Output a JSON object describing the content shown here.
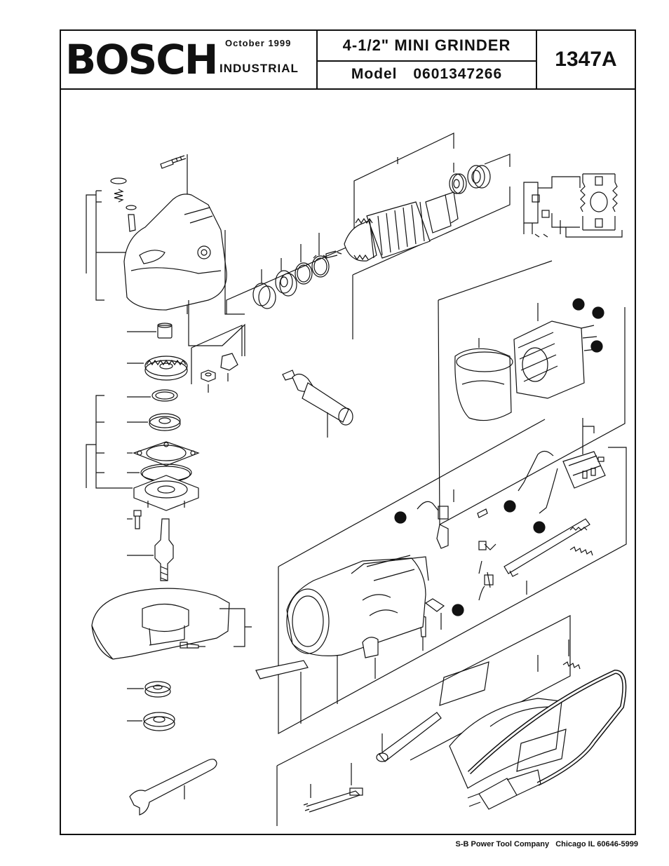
{
  "header": {
    "brand": "BOSCH",
    "date": "October 1999",
    "division": "INDUSTRIAL",
    "product_title": "4-1/2\" MINI GRINDER",
    "model_label": "Model",
    "model_number": "0601347266",
    "catalog_code": "1347A"
  },
  "footer": {
    "company": "S-B Power Tool Company",
    "address": "Chicago IL 60646-5999"
  },
  "diagram": {
    "parts": [
      "screw",
      "spring",
      "lock-pin",
      "gear-housing",
      "bearing-sleeve",
      "bevel-gear",
      "retaining-ring",
      "ball-bearing",
      "gasket",
      "o-ring",
      "bearing-flange",
      "screw",
      "spindle",
      "wheel-guard",
      "guard-screw",
      "inner-flange",
      "clamp-nut",
      "spanner-wrench",
      "armature",
      "ball-bearing",
      "bearing-sleeve",
      "rubber-ring",
      "retaining-ring",
      "nut",
      "pinion",
      "auxiliary-handle",
      "field",
      "air-baffle",
      "brush-holder",
      "carbon-brush",
      "switch",
      "switch-rod",
      "spring",
      "motor-housing",
      "switch-button",
      "nameplate",
      "handle-cover",
      "screw",
      "cord-protector",
      "power-cord",
      "wire-set"
    ]
  }
}
